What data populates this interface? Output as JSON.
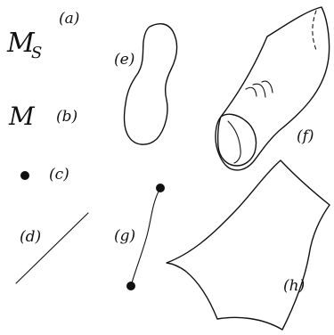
{
  "labels": {
    "a": "(a)",
    "b": "(b)",
    "c": "(c)",
    "d": "(d)",
    "e": "(e)",
    "f": "(f)",
    "g": "(g)",
    "h": "(h)"
  },
  "symbols": {
    "ms_main": "M",
    "ms_sub": "S",
    "m": "M"
  },
  "colors": {
    "ink": "#111111",
    "background": "#ffffff"
  }
}
